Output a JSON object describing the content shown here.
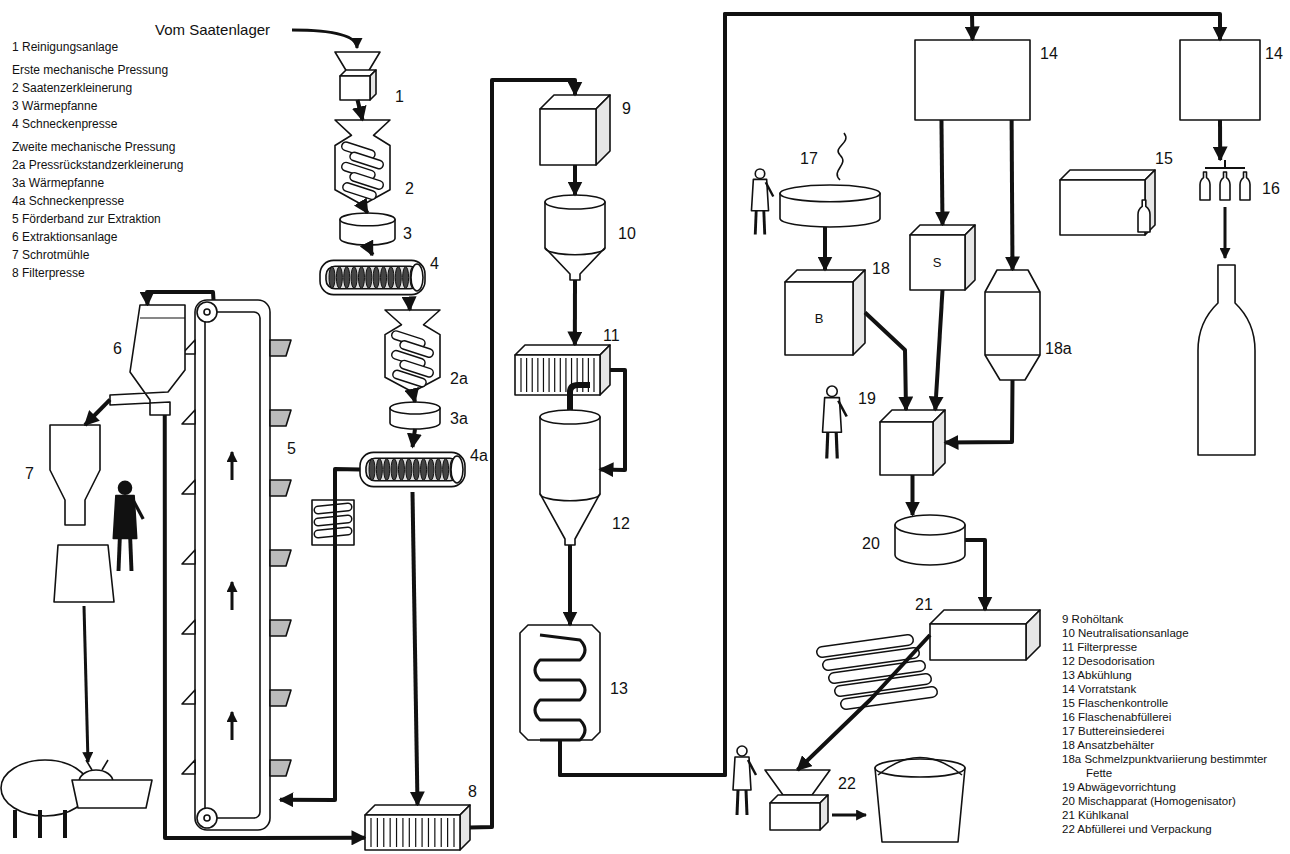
{
  "diagram": {
    "nodes": [
      {
        "text": [
          "1"
        ]
      },
      {
        "text": [
          "2"
        ]
      },
      {
        "text": [
          "3"
        ]
      },
      {
        "text": [
          "4"
        ]
      },
      {
        "text": [
          "2a"
        ]
      },
      {
        "text": [
          "3a"
        ]
      },
      {
        "text": [
          "4a"
        ]
      },
      {
        "text": [
          "5"
        ]
      },
      {
        "text": [
          "6"
        ]
      },
      {
        "text": [
          "7"
        ]
      },
      {
        "text": [
          "8"
        ]
      },
      {
        "text": [
          "9"
        ]
      },
      {
        "text": [
          "10"
        ]
      },
      {
        "text": [
          "11"
        ]
      },
      {
        "text": [
          "12"
        ]
      },
      {
        "text": [
          "13"
        ]
      },
      {
        "text": [
          "14"
        ]
      },
      {
        "text": [
          "14"
        ]
      },
      {
        "text": [
          "15"
        ]
      },
      {
        "text": [
          "16"
        ]
      },
      {
        "text": [
          "17"
        ]
      },
      {
        "text": [
          "B",
          "18"
        ]
      },
      {
        "text": [
          "S"
        ]
      },
      {
        "text": [
          "18a"
        ]
      },
      {
        "text": [
          "19"
        ]
      },
      {
        "text": [
          "20"
        ]
      },
      {
        "text": [
          "21"
        ]
      },
      {
        "text": [
          "22"
        ]
      }
    ],
    "edges": [
      {
        "from": 0,
        "to": 1,
        "arrow": "to"
      },
      {
        "from": 1,
        "to": 2,
        "arrow": "to"
      },
      {
        "from": 2,
        "to": 3,
        "arrow": "to"
      },
      {
        "from": 3,
        "to": 4,
        "arrow": "to"
      },
      {
        "from": 4,
        "to": 5,
        "arrow": "to"
      },
      {
        "from": 5,
        "to": 6,
        "arrow": "to"
      },
      {
        "from": 6,
        "to": 7,
        "arrow": "to"
      },
      {
        "from": 7,
        "to": 8,
        "arrow": "to"
      },
      {
        "from": 8,
        "to": 9,
        "arrow": "to"
      },
      {
        "from": 8,
        "to": 10,
        "arrow": "to"
      },
      {
        "from": 6,
        "to": 10,
        "arrow": "to"
      },
      {
        "from": 10,
        "to": 11,
        "arrow": "to"
      },
      {
        "from": 11,
        "to": 12,
        "arrow": "to"
      },
      {
        "from": 12,
        "to": 13,
        "arrow": "to"
      },
      {
        "from": 13,
        "to": 14,
        "arrow": "to"
      },
      {
        "from": 14,
        "to": 15,
        "arrow": "to"
      },
      {
        "from": 15,
        "to": 16,
        "arrow": "to"
      },
      {
        "from": 15,
        "to": 17,
        "arrow": "to"
      },
      {
        "from": 16,
        "to": 22,
        "arrow": "to"
      },
      {
        "from": 16,
        "to": 23,
        "arrow": "to"
      },
      {
        "from": 17,
        "to": 19,
        "arrow": "to"
      },
      {
        "from": 20,
        "to": 21,
        "arrow": "to"
      },
      {
        "from": 21,
        "to": 24,
        "arrow": "to"
      },
      {
        "from": 22,
        "to": 24,
        "arrow": "to"
      },
      {
        "from": 23,
        "to": 24,
        "arrow": "to"
      },
      {
        "from": 24,
        "to": 25,
        "arrow": "to"
      },
      {
        "from": 25,
        "to": 26,
        "arrow": "to"
      },
      {
        "from": 26,
        "to": 27,
        "arrow": "to"
      }
    ],
    "labels": [
      "Vom Saatenlager",
      "1 Reinigungsanlage",
      "Erste mechanische Pressung",
      "2 Saatenzerkleinerung",
      "3 Wärmepfanne",
      "4 Schneckenpresse",
      "Zweite mechanische Pressung",
      "2a Pressrückstandzerkleinerung",
      "3a Wärmepfanne",
      "4a Schneckenpresse",
      "5 Förderband zur Extraktion",
      "6 Extraktionsanlage",
      "7 Schrotmühle",
      "8 Filterpresse",
      "9 Rohöltank",
      "10 Neutralisationsanlage",
      "11 Filterpresse",
      "12 Desodorisation",
      "13 Abkühlung",
      "14 Vorratstank",
      "15 Flaschenkontrolle",
      "16 Flaschenabfüllerei",
      "17 Buttereinsiederei",
      "18 Ansatzbehälter",
      "18a Schmelzpunktvariierung bestimmter Fette",
      "19 Abwägevorrichtung",
      "20 Mischapparat (Homogenisator)",
      "21 Kühlkanal",
      "22 Abfüllerei und Verpackung"
    ]
  }
}
